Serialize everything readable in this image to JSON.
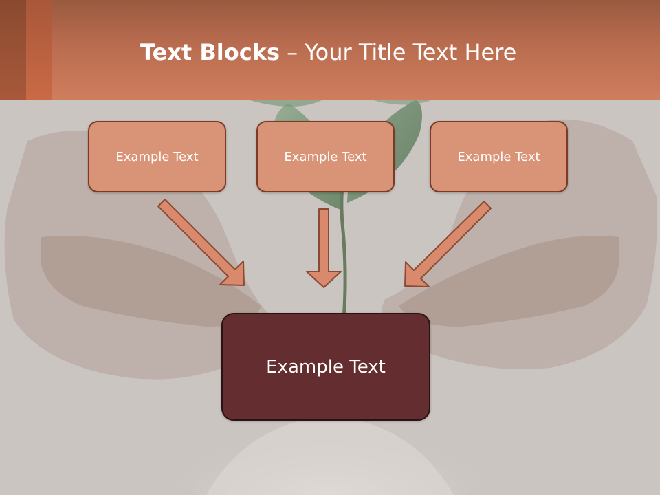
{
  "title": {
    "bold": "Text Blocks",
    "dash": " – ",
    "rest": "Your Title Text Here"
  },
  "blocks": {
    "top_left": "Example Text",
    "top_center": "Example Text",
    "top_right": "Example Text",
    "main": "Example Text"
  },
  "colors": {
    "header": "#c97a5a",
    "block_fill": "#d99377",
    "block_border": "#7b3a26",
    "main_fill": "#642d2f",
    "arrow_fill": "#d9896c"
  }
}
